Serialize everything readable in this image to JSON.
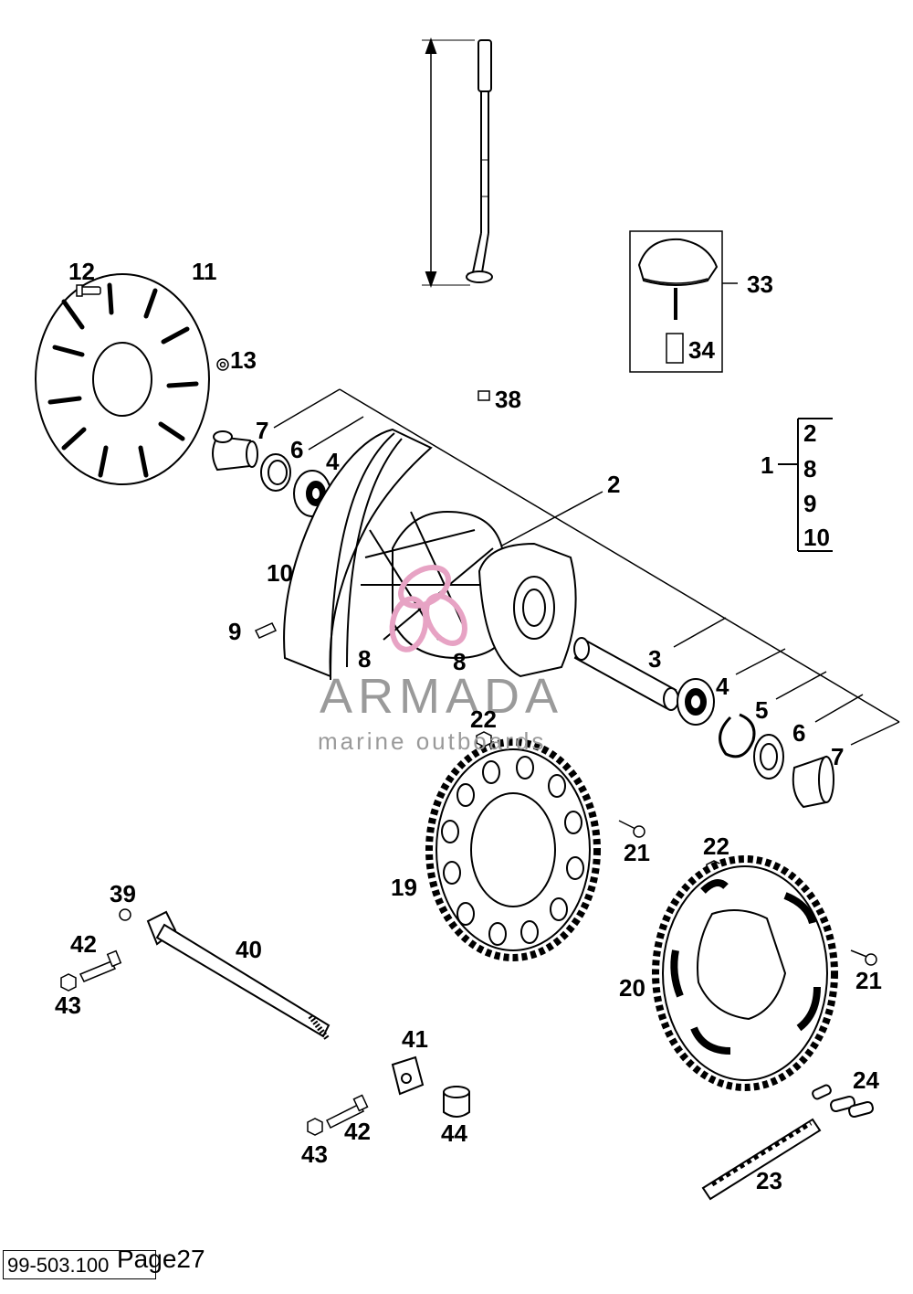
{
  "diagram": {
    "callouts": {
      "c12": "12",
      "c11": "11",
      "c13": "13",
      "c7a": "7",
      "c6a": "6",
      "c4a": "4",
      "c10": "10",
      "c9": "9",
      "c8a": "8",
      "c8b": "8",
      "c2": "2",
      "c38": "38",
      "c33": "33",
      "c34": "34",
      "c1": "1",
      "c3": "3",
      "c4b": "4",
      "c5": "5",
      "c6b": "6",
      "c7b": "7",
      "c22a": "22",
      "c19": "19",
      "c21a": "21",
      "c22b": "22",
      "c20": "20",
      "c21b": "21",
      "c39": "39",
      "c42a": "42",
      "c43a": "43",
      "c40": "40",
      "c41": "41",
      "c42b": "42",
      "c43b": "43",
      "c44": "44",
      "c24": "24",
      "c23": "23"
    },
    "group_bracket": {
      "parent": "1",
      "items": [
        "2",
        "8",
        "9",
        "10"
      ]
    }
  },
  "watermark": {
    "brand": "ARMADA",
    "tagline": "marine outboards",
    "brand_color": "#9a9a9a",
    "logo_color": "#e7a3c4"
  },
  "footer": {
    "code": "99-503.100",
    "page": "Page27"
  }
}
